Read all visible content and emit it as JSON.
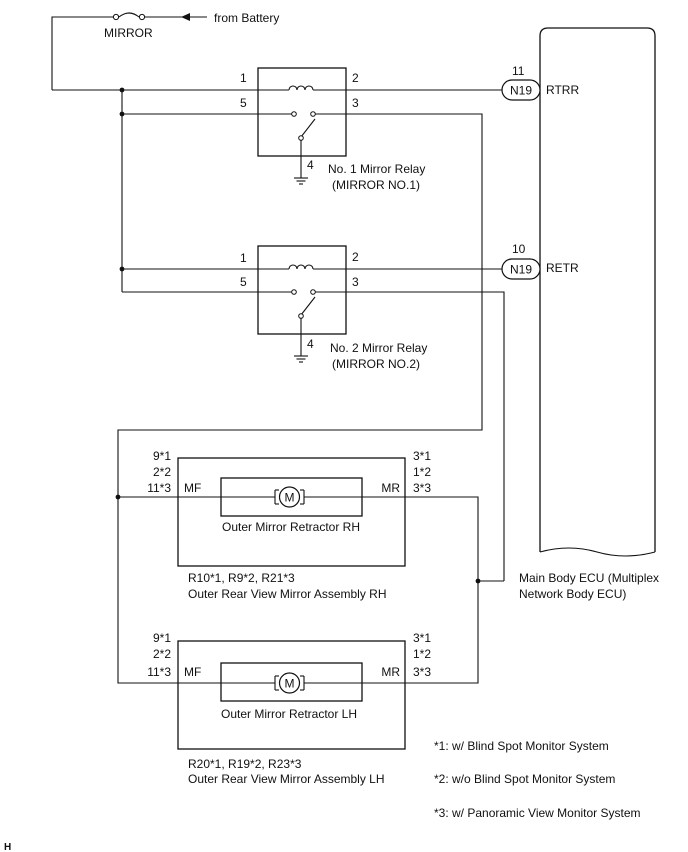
{
  "battery": {
    "fuse_label": "MIRROR",
    "source_label": "from Battery"
  },
  "relay1": {
    "pins": {
      "p1": "1",
      "p2": "2",
      "p3": "3",
      "p4": "4",
      "p5": "5"
    },
    "name": "No. 1 Mirror Relay",
    "alt": "(MIRROR NO.1)"
  },
  "relay2": {
    "pins": {
      "p1": "1",
      "p2": "2",
      "p3": "3",
      "p4": "4",
      "p5": "5"
    },
    "name": "No. 2 Mirror Relay",
    "alt": "(MIRROR NO.2)"
  },
  "ecu": {
    "connector": "N19",
    "pin_rtrr": "11",
    "sig_rtrr": "RTRR",
    "pin_retr": "10",
    "sig_retr": "RETR",
    "name_line1": "Main Body ECU (Multiplex",
    "name_line2": "Network Body ECU)"
  },
  "mirror_rh": {
    "left_pins": [
      "9*1",
      "2*2",
      "11*3"
    ],
    "right_pins": [
      "3*1",
      "1*2",
      "3*3"
    ],
    "left_terminal": "MF",
    "right_terminal": "MR",
    "motor_label": "Outer Mirror Retractor RH",
    "codes": "R10*1, R9*2, R21*3",
    "assembly": "Outer Rear View Mirror Assembly RH"
  },
  "mirror_lh": {
    "left_pins": [
      "9*1",
      "2*2",
      "11*3"
    ],
    "right_pins": [
      "3*1",
      "1*2",
      "3*3"
    ],
    "left_terminal": "MF",
    "right_terminal": "MR",
    "motor_label": "Outer Mirror Retractor LH",
    "codes": "R20*1, R19*2, R23*3",
    "assembly": "Outer Rear View Mirror Assembly LH"
  },
  "motor_symbol": "M",
  "notes": [
    "*1: w/ Blind Spot Monitor System",
    "*2: w/o Blind Spot Monitor System",
    "*3: w/ Panoramic View Monitor System"
  ],
  "corner_mark": "H"
}
